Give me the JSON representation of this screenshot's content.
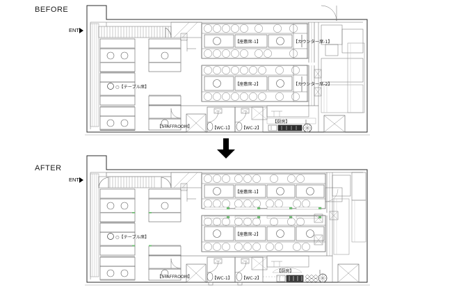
{
  "document": {
    "title": "Restaurant Floor Plan Renovation - Before / After",
    "type": "architectural-floor-plan"
  },
  "before": {
    "section_label": "BEFORE",
    "entrance_label": "ENT",
    "entrance_arrow": "right-triangle-marker",
    "labels": {
      "table_seats": "○【テーブル席】",
      "zashiki_1": "【座敷席-1】",
      "zashiki_2": "【座敷席-2】",
      "counter_1": "【カウンター席-1】",
      "counter_2": "【カウンター席-2】",
      "staffroom": "【STAFFROOM】",
      "wc_1": "【WC-1】",
      "wc_2": "【WC-2】",
      "kitchen": "【厨房】"
    }
  },
  "after": {
    "section_label": "AFTER",
    "entrance_label": "ENT",
    "entrance_arrow": "right-triangle-marker",
    "labels": {
      "table_seats": "○【テーブル席】",
      "zashiki_1": "【座敷席-1】",
      "zashiki_2": "【座敷席-2】",
      "staffroom": "【STAFFROOM】",
      "wc_1": "【WC-1】",
      "wc_2": "【WC-2】",
      "kitchen": "【厨房】"
    }
  },
  "transition": {
    "arrow_direction": "down",
    "icon": "down-arrow-icon"
  },
  "colors": {
    "line": "#333333",
    "line_light": "#8a8a8a",
    "line_faint": "#bcbcbc",
    "fill_dark": "#2b2b2b",
    "fill_gray": "#9a9a9a",
    "accent_green": "#6fbf73",
    "background": "#ffffff"
  }
}
